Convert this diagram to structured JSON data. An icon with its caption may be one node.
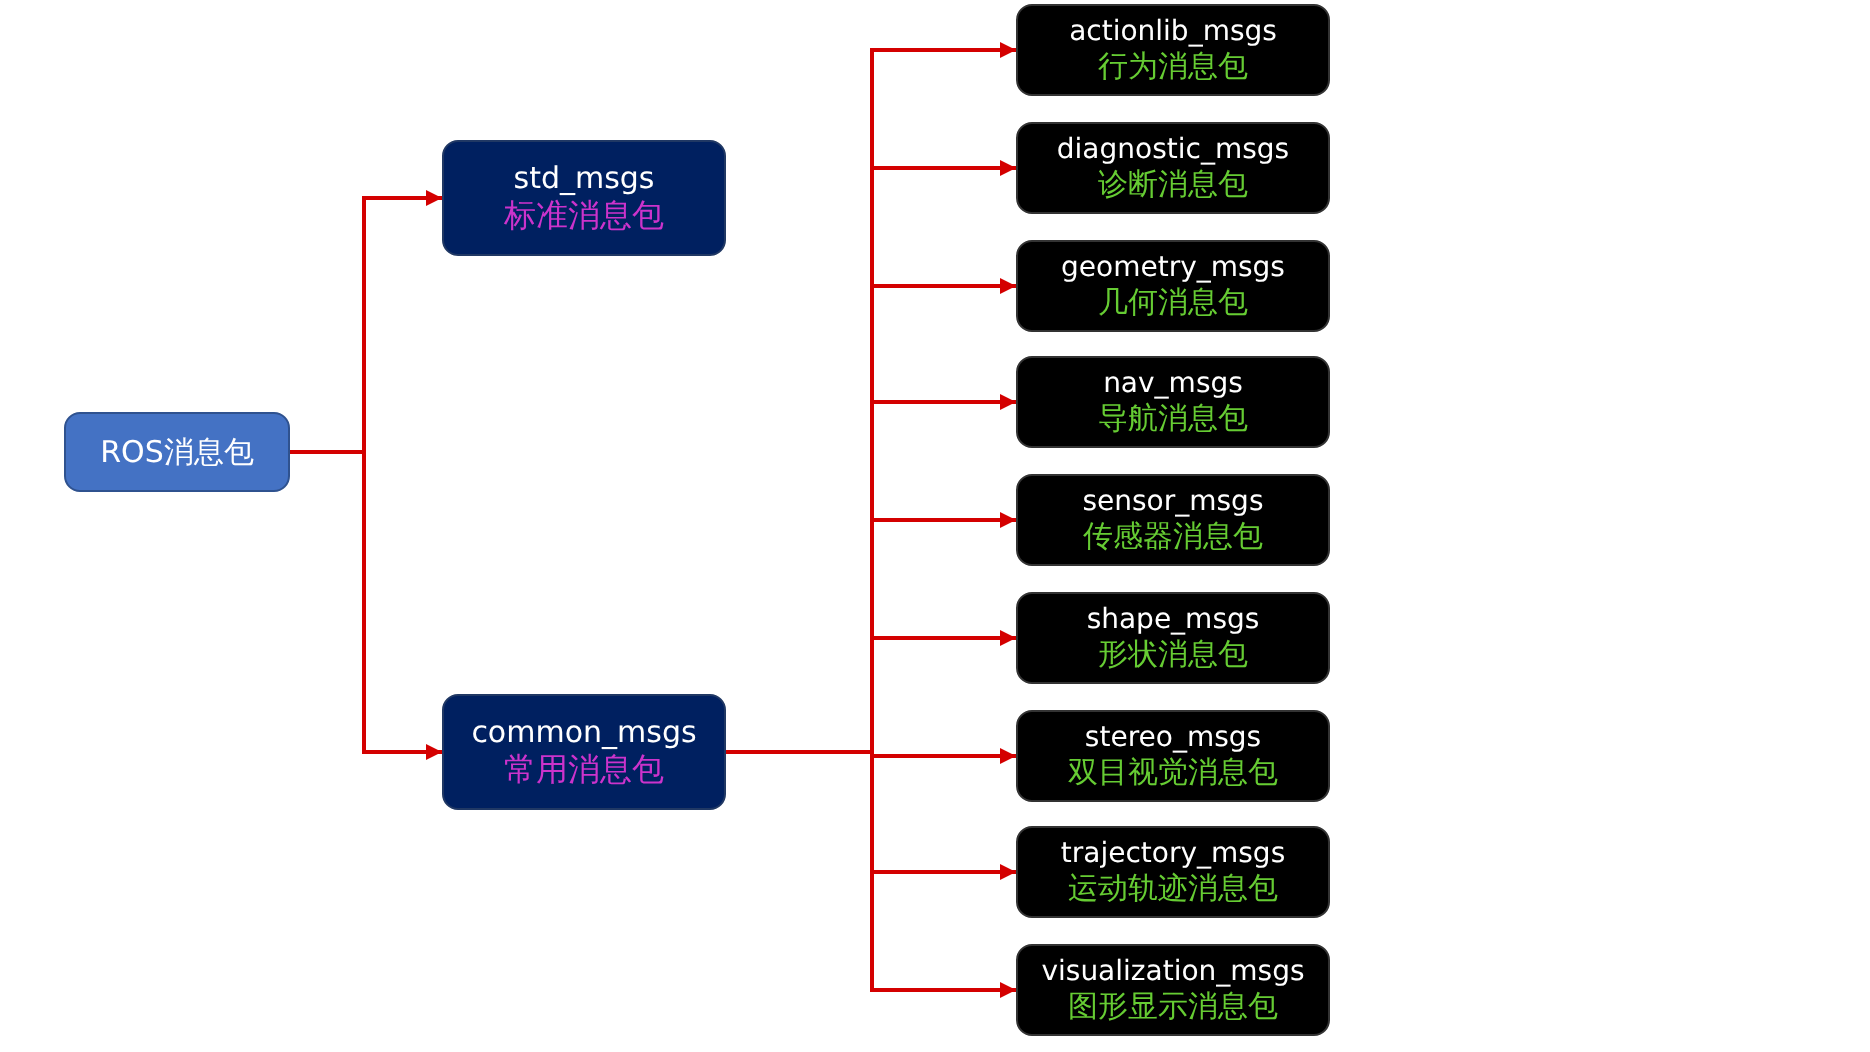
{
  "diagram": {
    "nodes": [
      {
        "text": [
          "ROS消息包"
        ]
      },
      {
        "text": [
          "std_msgs",
          "标准消息包"
        ]
      },
      {
        "text": [
          "common_msgs",
          "常用消息包"
        ]
      },
      {
        "text": [
          "actionlib_msgs",
          "行为消息包"
        ]
      },
      {
        "text": [
          "diagnostic_msgs",
          "诊断消息包"
        ]
      },
      {
        "text": [
          "geometry_msgs",
          "几何消息包"
        ]
      },
      {
        "text": [
          "nav_msgs",
          "导航消息包"
        ]
      },
      {
        "text": [
          "sensor_msgs",
          "传感器消息包"
        ]
      },
      {
        "text": [
          "shape_msgs",
          "形状消息包"
        ]
      },
      {
        "text": [
          "stereo_msgs",
          "双目视觉消息包"
        ]
      },
      {
        "text": [
          "trajectory_msgs",
          "运动轨迹消息包"
        ]
      },
      {
        "text": [
          "visualization_msgs",
          "图形显示消息包"
        ]
      }
    ],
    "edges": [
      {
        "from": 0,
        "to": 1,
        "arrow": "to"
      },
      {
        "from": 0,
        "to": 2,
        "arrow": "to"
      },
      {
        "from": 2,
        "to": 3,
        "arrow": "to"
      },
      {
        "from": 2,
        "to": 4,
        "arrow": "to"
      },
      {
        "from": 2,
        "to": 5,
        "arrow": "to"
      },
      {
        "from": 2,
        "to": 6,
        "arrow": "to"
      },
      {
        "from": 2,
        "to": 7,
        "arrow": "to"
      },
      {
        "from": 2,
        "to": 8,
        "arrow": "to"
      },
      {
        "from": 2,
        "to": 9,
        "arrow": "to"
      },
      {
        "from": 2,
        "to": 10,
        "arrow": "to"
      },
      {
        "from": 2,
        "to": 11,
        "arrow": "to"
      }
    ]
  }
}
